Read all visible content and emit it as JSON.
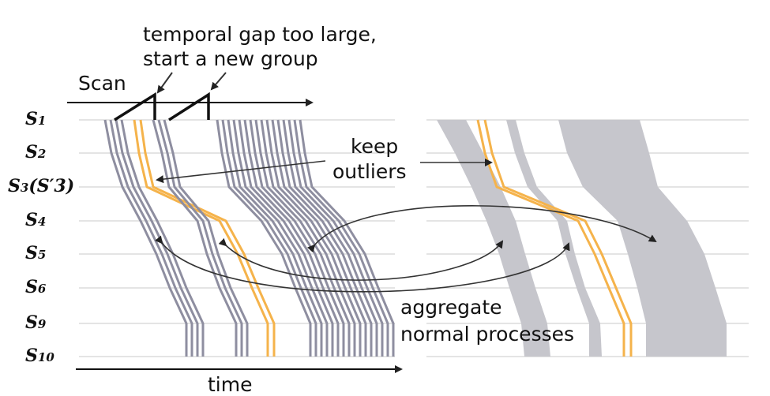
{
  "stages": [
    {
      "main": "S",
      "sub": "1",
      "paren": ""
    },
    {
      "main": "S",
      "sub": "2",
      "paren": ""
    },
    {
      "main": "S",
      "sub": "3",
      "paren": "(S′3)"
    },
    {
      "main": "S",
      "sub": "4",
      "paren": ""
    },
    {
      "main": "S",
      "sub": "5",
      "paren": ""
    },
    {
      "main": "S",
      "sub": "6",
      "paren": ""
    },
    {
      "main": "S",
      "sub": "9",
      "paren": ""
    },
    {
      "main": "S",
      "sub": "10",
      "paren": ""
    }
  ],
  "annotations": {
    "scan": "Scan",
    "gap_line1": "temporal gap too large,",
    "gap_line2": "start a new group",
    "keep_line1": "keep",
    "keep_line2": "outliers",
    "agg_line1": "aggregate",
    "agg_line2": "normal processes",
    "time": "time"
  },
  "colors": {
    "normal": "#8e8ea0",
    "outlier": "#f5b34b",
    "band": "#c6c6cc",
    "gridline": "#c8c8c8",
    "arrow": "#333333"
  }
}
